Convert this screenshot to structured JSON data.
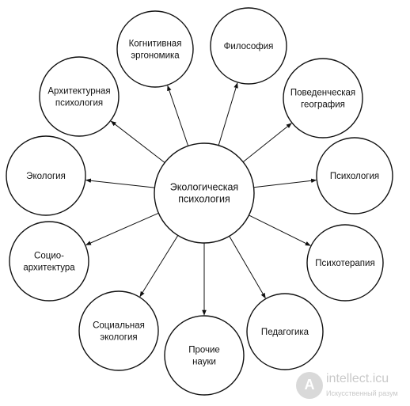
{
  "center": {
    "lines": [
      "Экологическая",
      "психология"
    ]
  },
  "nodes": [
    {
      "id": "cognitive-ergonomics",
      "lines": [
        "Когнитивная",
        "эргономика"
      ]
    },
    {
      "id": "philosophy",
      "lines": [
        "Философия"
      ]
    },
    {
      "id": "behavioral-geography",
      "lines": [
        "Поведенческая",
        "география"
      ]
    },
    {
      "id": "psychology",
      "lines": [
        "Психология"
      ]
    },
    {
      "id": "psychotherapy",
      "lines": [
        "Психотерапия"
      ]
    },
    {
      "id": "pedagogy",
      "lines": [
        "Педагогика"
      ]
    },
    {
      "id": "other-sciences",
      "lines": [
        "Прочие",
        "науки"
      ]
    },
    {
      "id": "social-ecology",
      "lines": [
        "Социальная",
        "экология"
      ]
    },
    {
      "id": "socio-architecture",
      "lines": [
        "Социо-",
        "архитектура"
      ]
    },
    {
      "id": "ecology",
      "lines": [
        "Экология"
      ]
    },
    {
      "id": "architectural-psychology",
      "lines": [
        "Архитектурная",
        "психология"
      ]
    }
  ],
  "watermark": {
    "title": "intellect.icu",
    "subtitle": "Искусственный разум"
  }
}
